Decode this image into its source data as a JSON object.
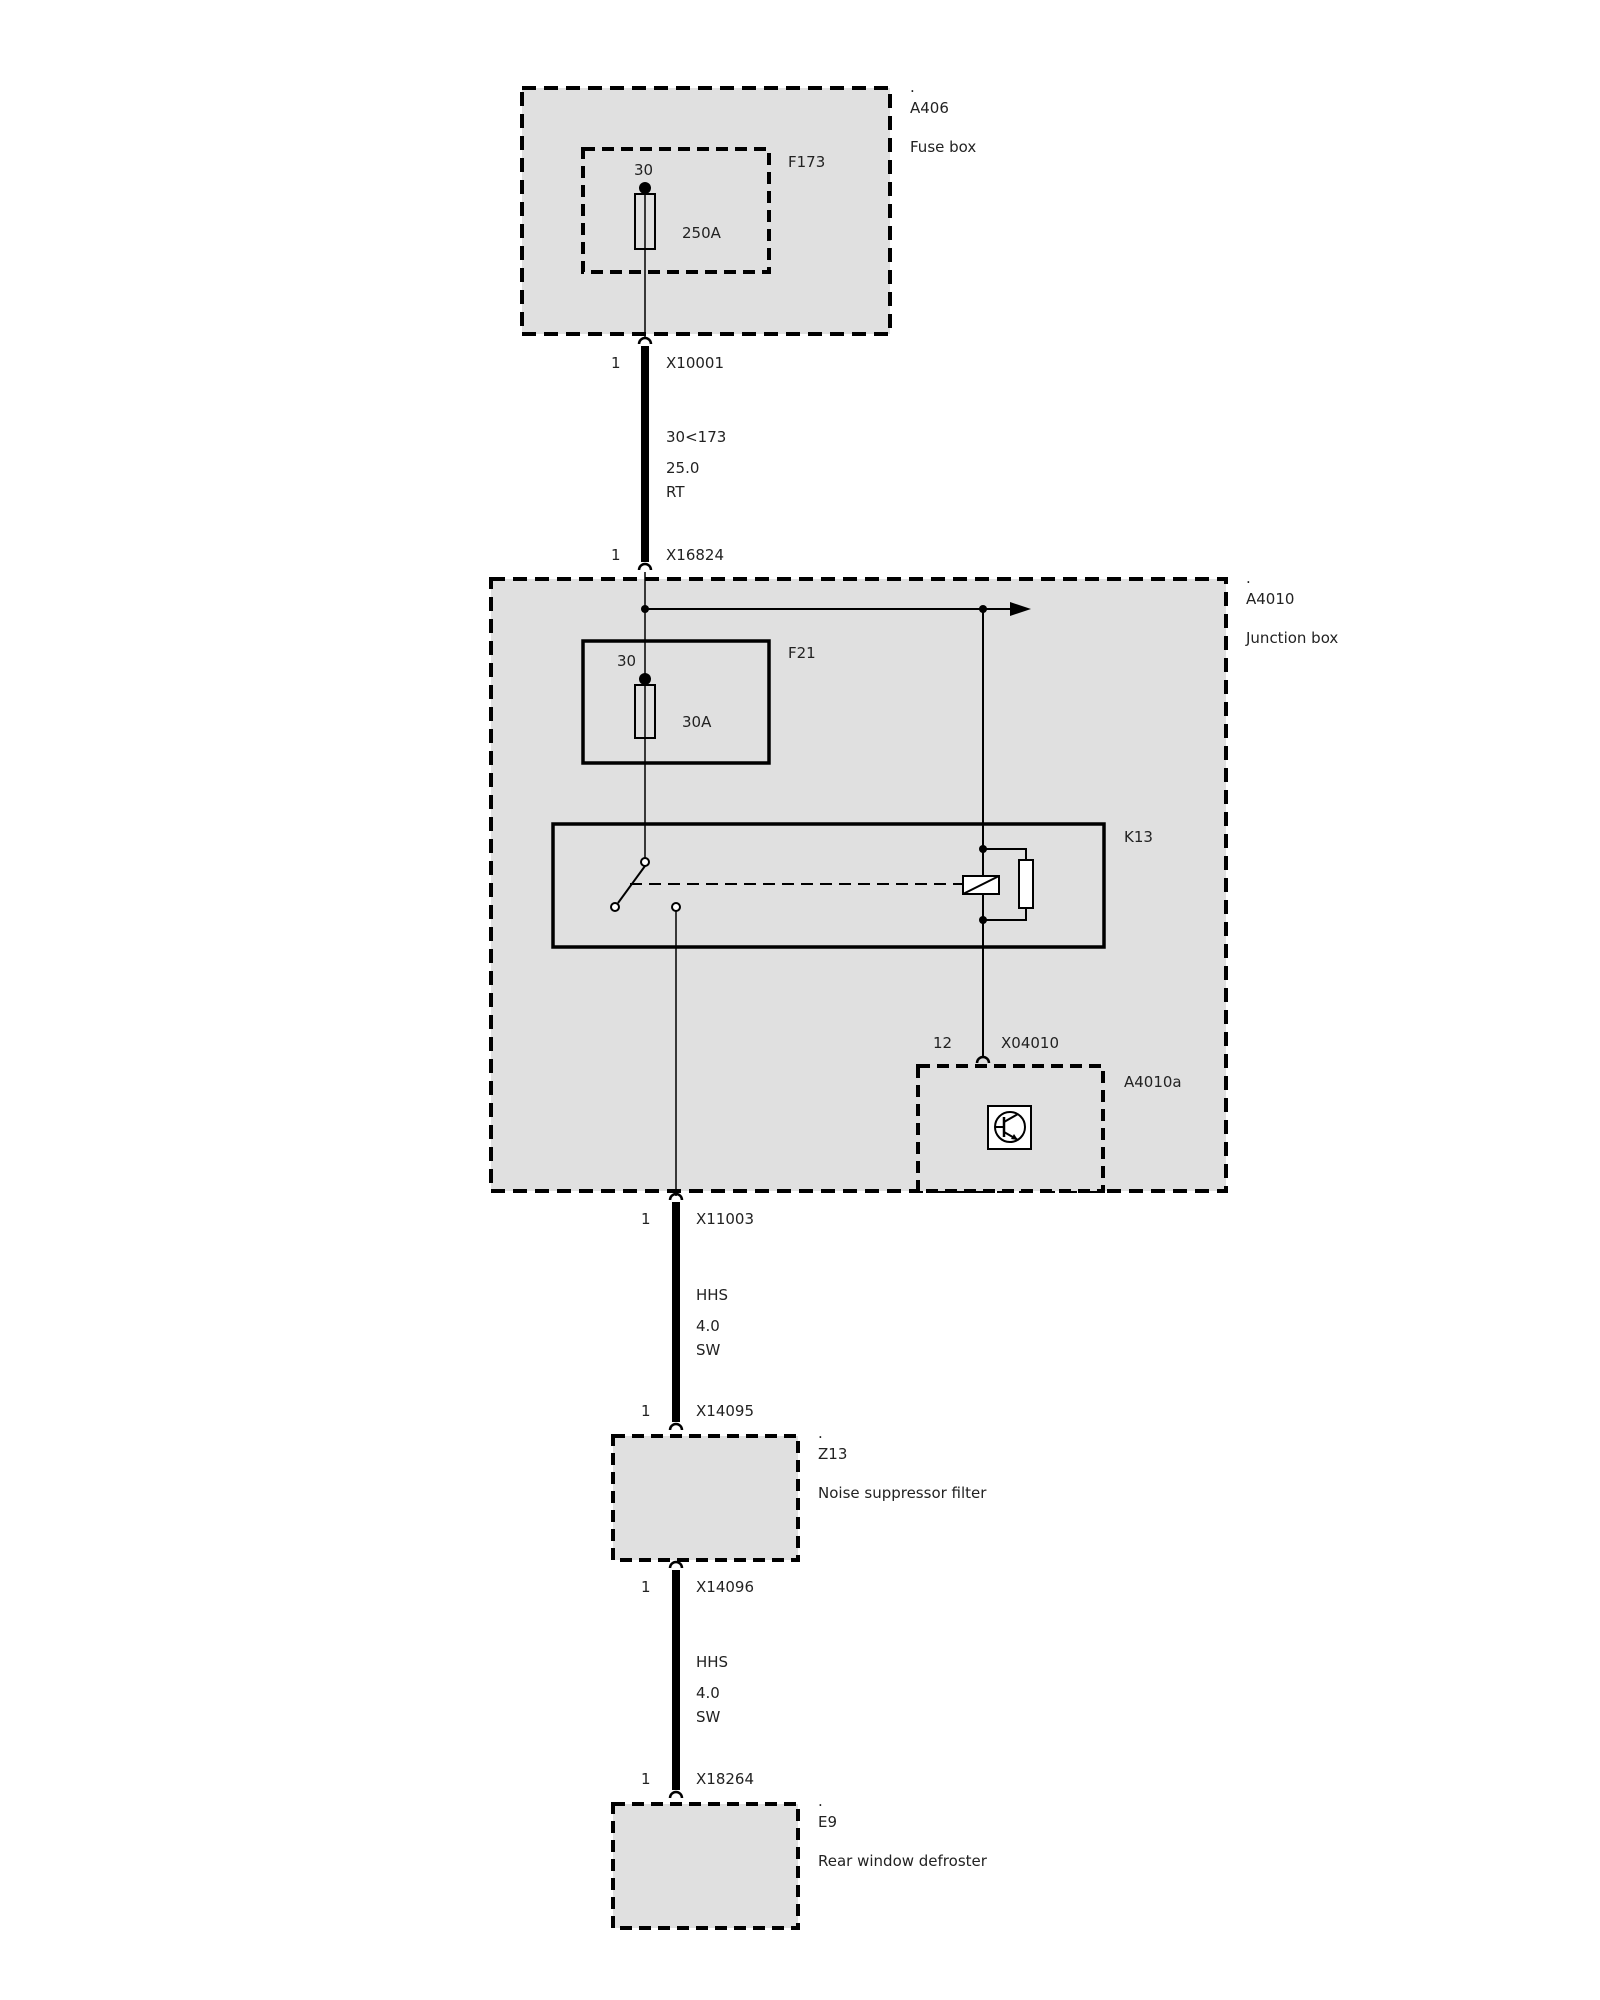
{
  "components": {
    "a406": {
      "dot": ".",
      "id": "A406",
      "desc": "Fuse box"
    },
    "f173": {
      "id": "F173",
      "terminal": "30",
      "rating": "250A"
    },
    "a4010": {
      "dot": ".",
      "id": "A4010",
      "desc": "Junction box"
    },
    "f21": {
      "id": "F21",
      "terminal": "30",
      "rating": "30A"
    },
    "k13": {
      "id": "K13"
    },
    "a4010a": {
      "id": "A4010a"
    },
    "z13": {
      "dot": ".",
      "id": "Z13",
      "desc": "Noise suppressor filter"
    },
    "e9": {
      "dot": ".",
      "id": "E9",
      "desc": "Rear window defroster"
    }
  },
  "connectors": {
    "x10001": {
      "pin": "1",
      "id": "X10001"
    },
    "x16824": {
      "pin": "1",
      "id": "X16824"
    },
    "x04010": {
      "pin": "12",
      "id": "X04010"
    },
    "x11003": {
      "pin": "1",
      "id": "X11003"
    },
    "x14095": {
      "pin": "1",
      "id": "X14095"
    },
    "x14096": {
      "pin": "1",
      "id": "X14096"
    },
    "x18264": {
      "pin": "1",
      "id": "X18264"
    }
  },
  "wires": {
    "w1": {
      "circuit": "30<173",
      "size": "25.0",
      "color": "RT"
    },
    "w2": {
      "circuit": "HHS",
      "size": "4.0",
      "color": "SW"
    },
    "w3": {
      "circuit": "HHS",
      "size": "4.0",
      "color": "SW"
    }
  },
  "icons": {
    "fuse": "fuse-icon",
    "relay_switch": "relay-switch-icon",
    "relay_coil": "relay-coil-icon",
    "transistor": "transistor-icon",
    "connector": "connector-icon",
    "arrow": "arrow-right-icon"
  },
  "colors": {
    "component_fill": "#e0e0e0",
    "line": "#000000",
    "text": "#222222"
  }
}
